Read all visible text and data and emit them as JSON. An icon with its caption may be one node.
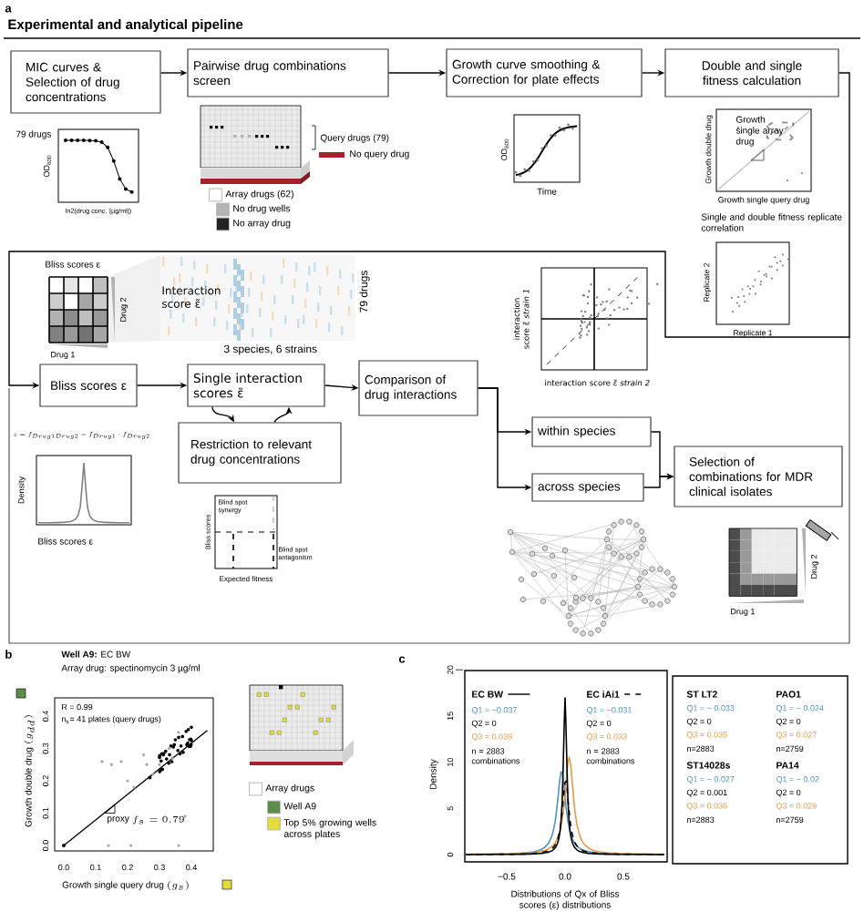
{
  "diagram": {
    "title": "Experimental and analytical pipeline",
    "nodes": [
      {
        "text": [
          "MIC curves & Selection of drug concentrations"
        ]
      },
      {
        "text": [
          "Pairwise drug combinations screen"
        ]
      },
      {
        "text": [
          "Growth curve smoothing & Correction for plate effects"
        ]
      },
      {
        "text": [
          "Double and single fitness calculation"
        ]
      },
      {
        "text": [
          "Bliss scores ε"
        ]
      },
      {
        "text": [
          "Single interaction scores ε̃"
        ]
      },
      {
        "text": [
          "Restriction to relevant drug concentrations"
        ]
      },
      {
        "text": [
          "Comparison of drug interactions"
        ]
      },
      {
        "text": [
          "within species"
        ]
      },
      {
        "text": [
          "across species"
        ]
      },
      {
        "text": [
          "Selection of combinations for MDR clinical isolates"
        ]
      }
    ],
    "edges": [
      {
        "from": 0,
        "to": 1,
        "arrow": "to"
      },
      {
        "from": 1,
        "to": 2,
        "arrow": "to"
      },
      {
        "from": 2,
        "to": 3,
        "arrow": "to"
      },
      {
        "from": 3,
        "to": 4,
        "arrow": "to"
      },
      {
        "from": 4,
        "to": 5,
        "arrow": "to"
      },
      {
        "from": 5,
        "to": 6,
        "arrow": "to"
      },
      {
        "from": 6,
        "to": 5,
        "arrow": "to"
      },
      {
        "from": 5,
        "to": 7,
        "arrow": "to"
      },
      {
        "from": 7,
        "to": 8,
        "arrow": "to"
      },
      {
        "from": 7,
        "to": 9,
        "arrow": "to"
      },
      {
        "from": 8,
        "to": 10,
        "arrow": "to"
      },
      {
        "from": 9,
        "to": 10,
        "arrow": "to"
      }
    ],
    "labels": [
      "a",
      "79 drugs",
      "OD$_{600}$",
      "ln2(drug conc. [µg/ml])",
      "Query drugs (79)",
      "OD$_{600}$",
      "Time",
      "Growth double drug",
      "Growth single array drug",
      "Growth single query drug",
      "Single and double fitness replicate correlation",
      "Replicate 2",
      "Replicate 1",
      "Bliss scores ε",
      "Drug 2",
      "Drug 1",
      "Interaction score ε̃",
      "79 drugs",
      "3 species, 6 strains",
      "interaction score ε̃ *strain 1*",
      "interaction score ε̃ *strain 2*",
      "\\varepsilon = f_{Drug1Drug2} - f_{Drug1} \\cdot f_{Drug2}",
      "Density",
      "Bliss scores ε",
      "Blind spot synergy",
      "Blind spot antagonism",
      "Bliss scores",
      "Expected fitness",
      "Drug 2",
      "Drug 1",
      "b",
      "**Well A9:** EC BW",
      "Array drug: spectinomycin 3 µg/ml",
      "R = 0.99",
      "n$_{s}$= 41 plates (query drugs)",
      "Growth double drug",
      "0.0",
      "0.1",
      "0.2",
      "0.3",
      "0.4",
      "0.0",
      "0.1",
      "0.2",
      "0.3",
      "0.4",
      "proxy",
      "Growth single query drug",
      "c",
      "Density",
      "20",
      "15",
      "10",
      "5",
      "0",
      "−0.5",
      "0.0",
      "0.5",
      "Distributions of Qx of Bliss scores (ε) distributions",
      "Q1 = −0.037",
      "Q2 = 0",
      "Q3 = 0.039",
      "n = 2883 combinations",
      "Q1 = −0.031",
      "Q2 = 0",
      "Q3 = 0.033",
      "n = 2883 combinations",
      "ST LT2",
      "Q1 = − 0.033",
      "Q2 = 0",
      "Q3 = 0.035",
      "n=2883",
      "PAO1",
      "Q1 = − 0.024",
      "Q2 = 0",
      "Q3 = 0.027",
      "n=2759",
      "ST14028s",
      "Q1 = − 0.027",
      "Q2 = 0.001",
      "Q3 = 0.036",
      "n=2883",
      "PA14",
      "Q1 = − 0.02",
      "Q2 = 0",
      "Q3 = 0.029",
      "n=2759",
      "(g_{dd})",
      "f_{s}=0.79",
      "(g_{s})"
    ],
    "legend": [
      {
        "text": "No query drug",
        "color": "#a3222c"
      },
      {
        "text": "Array drugs (62)",
        "color": "#ffffff"
      },
      {
        "text": "No drug wells",
        "color": "#b4b4b4"
      },
      {
        "text": "No array drug",
        "color": "#222222"
      },
      {
        "text": "Array drugs",
        "color": "#ffffff"
      },
      {
        "text": "Well A9",
        "color": "#5e8c4a"
      },
      {
        "text": "Top 5% growing wells across plates",
        "color": "#e3dc3a"
      },
      {
        "text": "EC BW"
      },
      {
        "text": "EC iAi1"
      }
    ]
  }
}
